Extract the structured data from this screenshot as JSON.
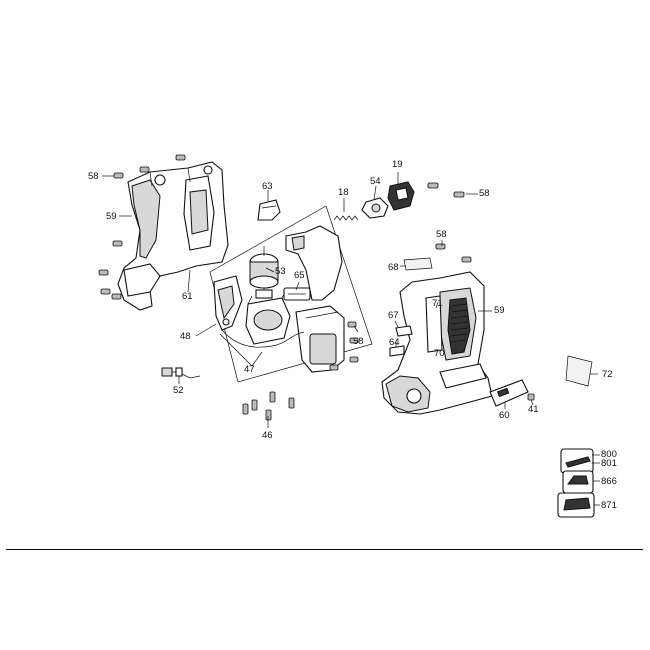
{
  "labels": {
    "p58a": "58",
    "p59a": "59",
    "p61": "61",
    "p63": "63",
    "p53": "53",
    "p65": "65",
    "p18": "18",
    "p54": "54",
    "p19": "19",
    "p58b": "58",
    "p58c": "58",
    "p68": "68",
    "p48": "48",
    "p47": "47",
    "p58d": "58",
    "p52": "52",
    "p46": "46",
    "p71": "71",
    "p59b": "59",
    "p67": "67",
    "p64": "64",
    "p70": "70",
    "p60": "60",
    "p41": "41",
    "p72": "72",
    "p800": "800",
    "p801": "801",
    "p866": "866",
    "p871": "871"
  }
}
